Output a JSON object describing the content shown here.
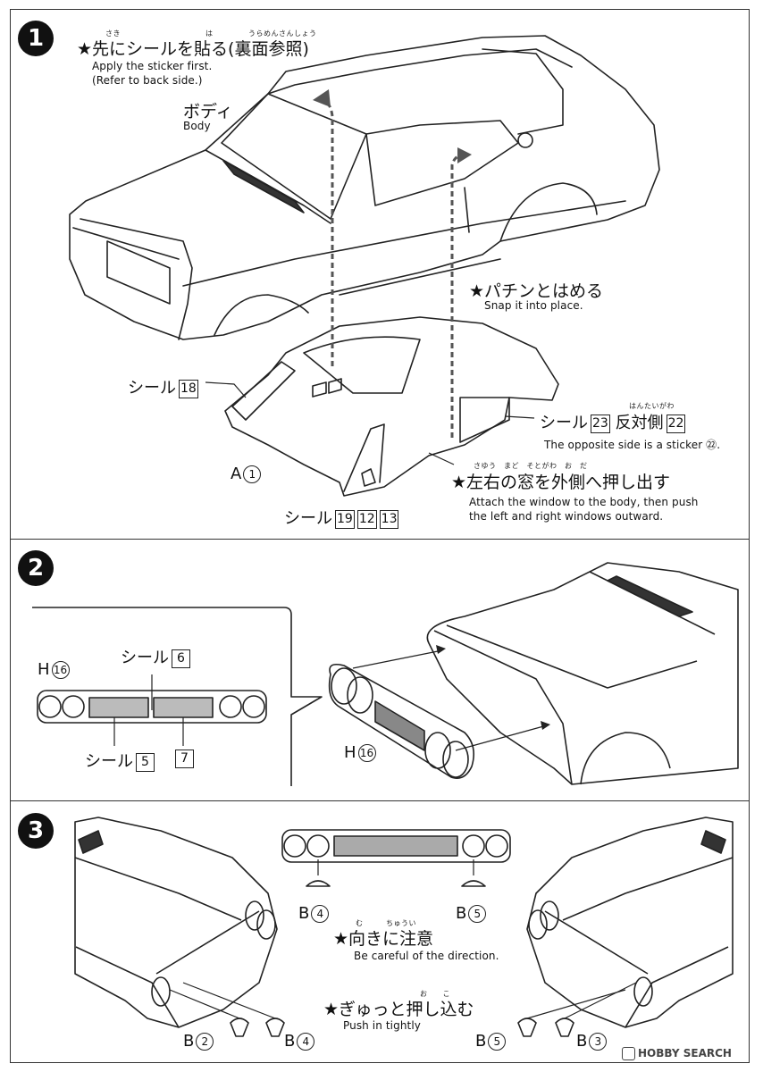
{
  "steps": [
    "1",
    "2",
    "3"
  ],
  "step1": {
    "note1_jp": "★先にシールを貼る(裏面参照)",
    "note1_ruby1": "さき",
    "note1_ruby2": "は",
    "note1_ruby3": "うらめんさんしょう",
    "note1_en1": "Apply the sticker first.",
    "note1_en2": "(Refer to back side.)",
    "body_jp": "ボディ",
    "body_en": "Body",
    "snap_jp": "★パチンとはめる",
    "snap_en": "Snap it into place.",
    "sticker18_label": "シール",
    "sticker18_num": "18",
    "sticker23_label": "シール",
    "sticker23_num": "23",
    "opposite_jp": "反対側",
    "opposite_ruby": "はんたいがわ",
    "sticker22_num": "22",
    "opposite_en": "The opposite side is a sticker ㉒.",
    "a1_letter": "A",
    "a1_num": "1",
    "window_jp": "★左右の窓を外側へ押し出す",
    "window_ruby": "さゆう　まど　そとがわ　お　だ",
    "window_en1": "Attach the window to the body, then push",
    "window_en2": "the left and right windows outward.",
    "stickers_label": "シール",
    "sticker19": "19",
    "sticker12": "12",
    "sticker13": "13"
  },
  "step2": {
    "h16_letter": "H",
    "h16_num": "16",
    "sticker6_label": "シール",
    "sticker6_num": "6",
    "sticker5_label": "シール",
    "sticker5_num": "5",
    "sticker7_num": "7",
    "h16b_letter": "H",
    "h16b_num": "16"
  },
  "step3": {
    "b4_letter": "B",
    "b4_num": "4",
    "b5_letter": "B",
    "b5_num": "5",
    "direction_jp": "★向きに注意",
    "direction_ruby": "む　　　ちゅうい",
    "direction_en": "Be careful of the direction.",
    "push_jp": "★ぎゅっと押し込む",
    "push_ruby": "お　　こ",
    "push_en": "Push in tightly",
    "b2_letter": "B",
    "b2_num": "2",
    "b4b_letter": "B",
    "b4b_num": "4",
    "b5b_letter": "B",
    "b5b_num": "5",
    "b3_letter": "B",
    "b3_num": "3"
  },
  "watermark": "HOBBY SEARCH"
}
